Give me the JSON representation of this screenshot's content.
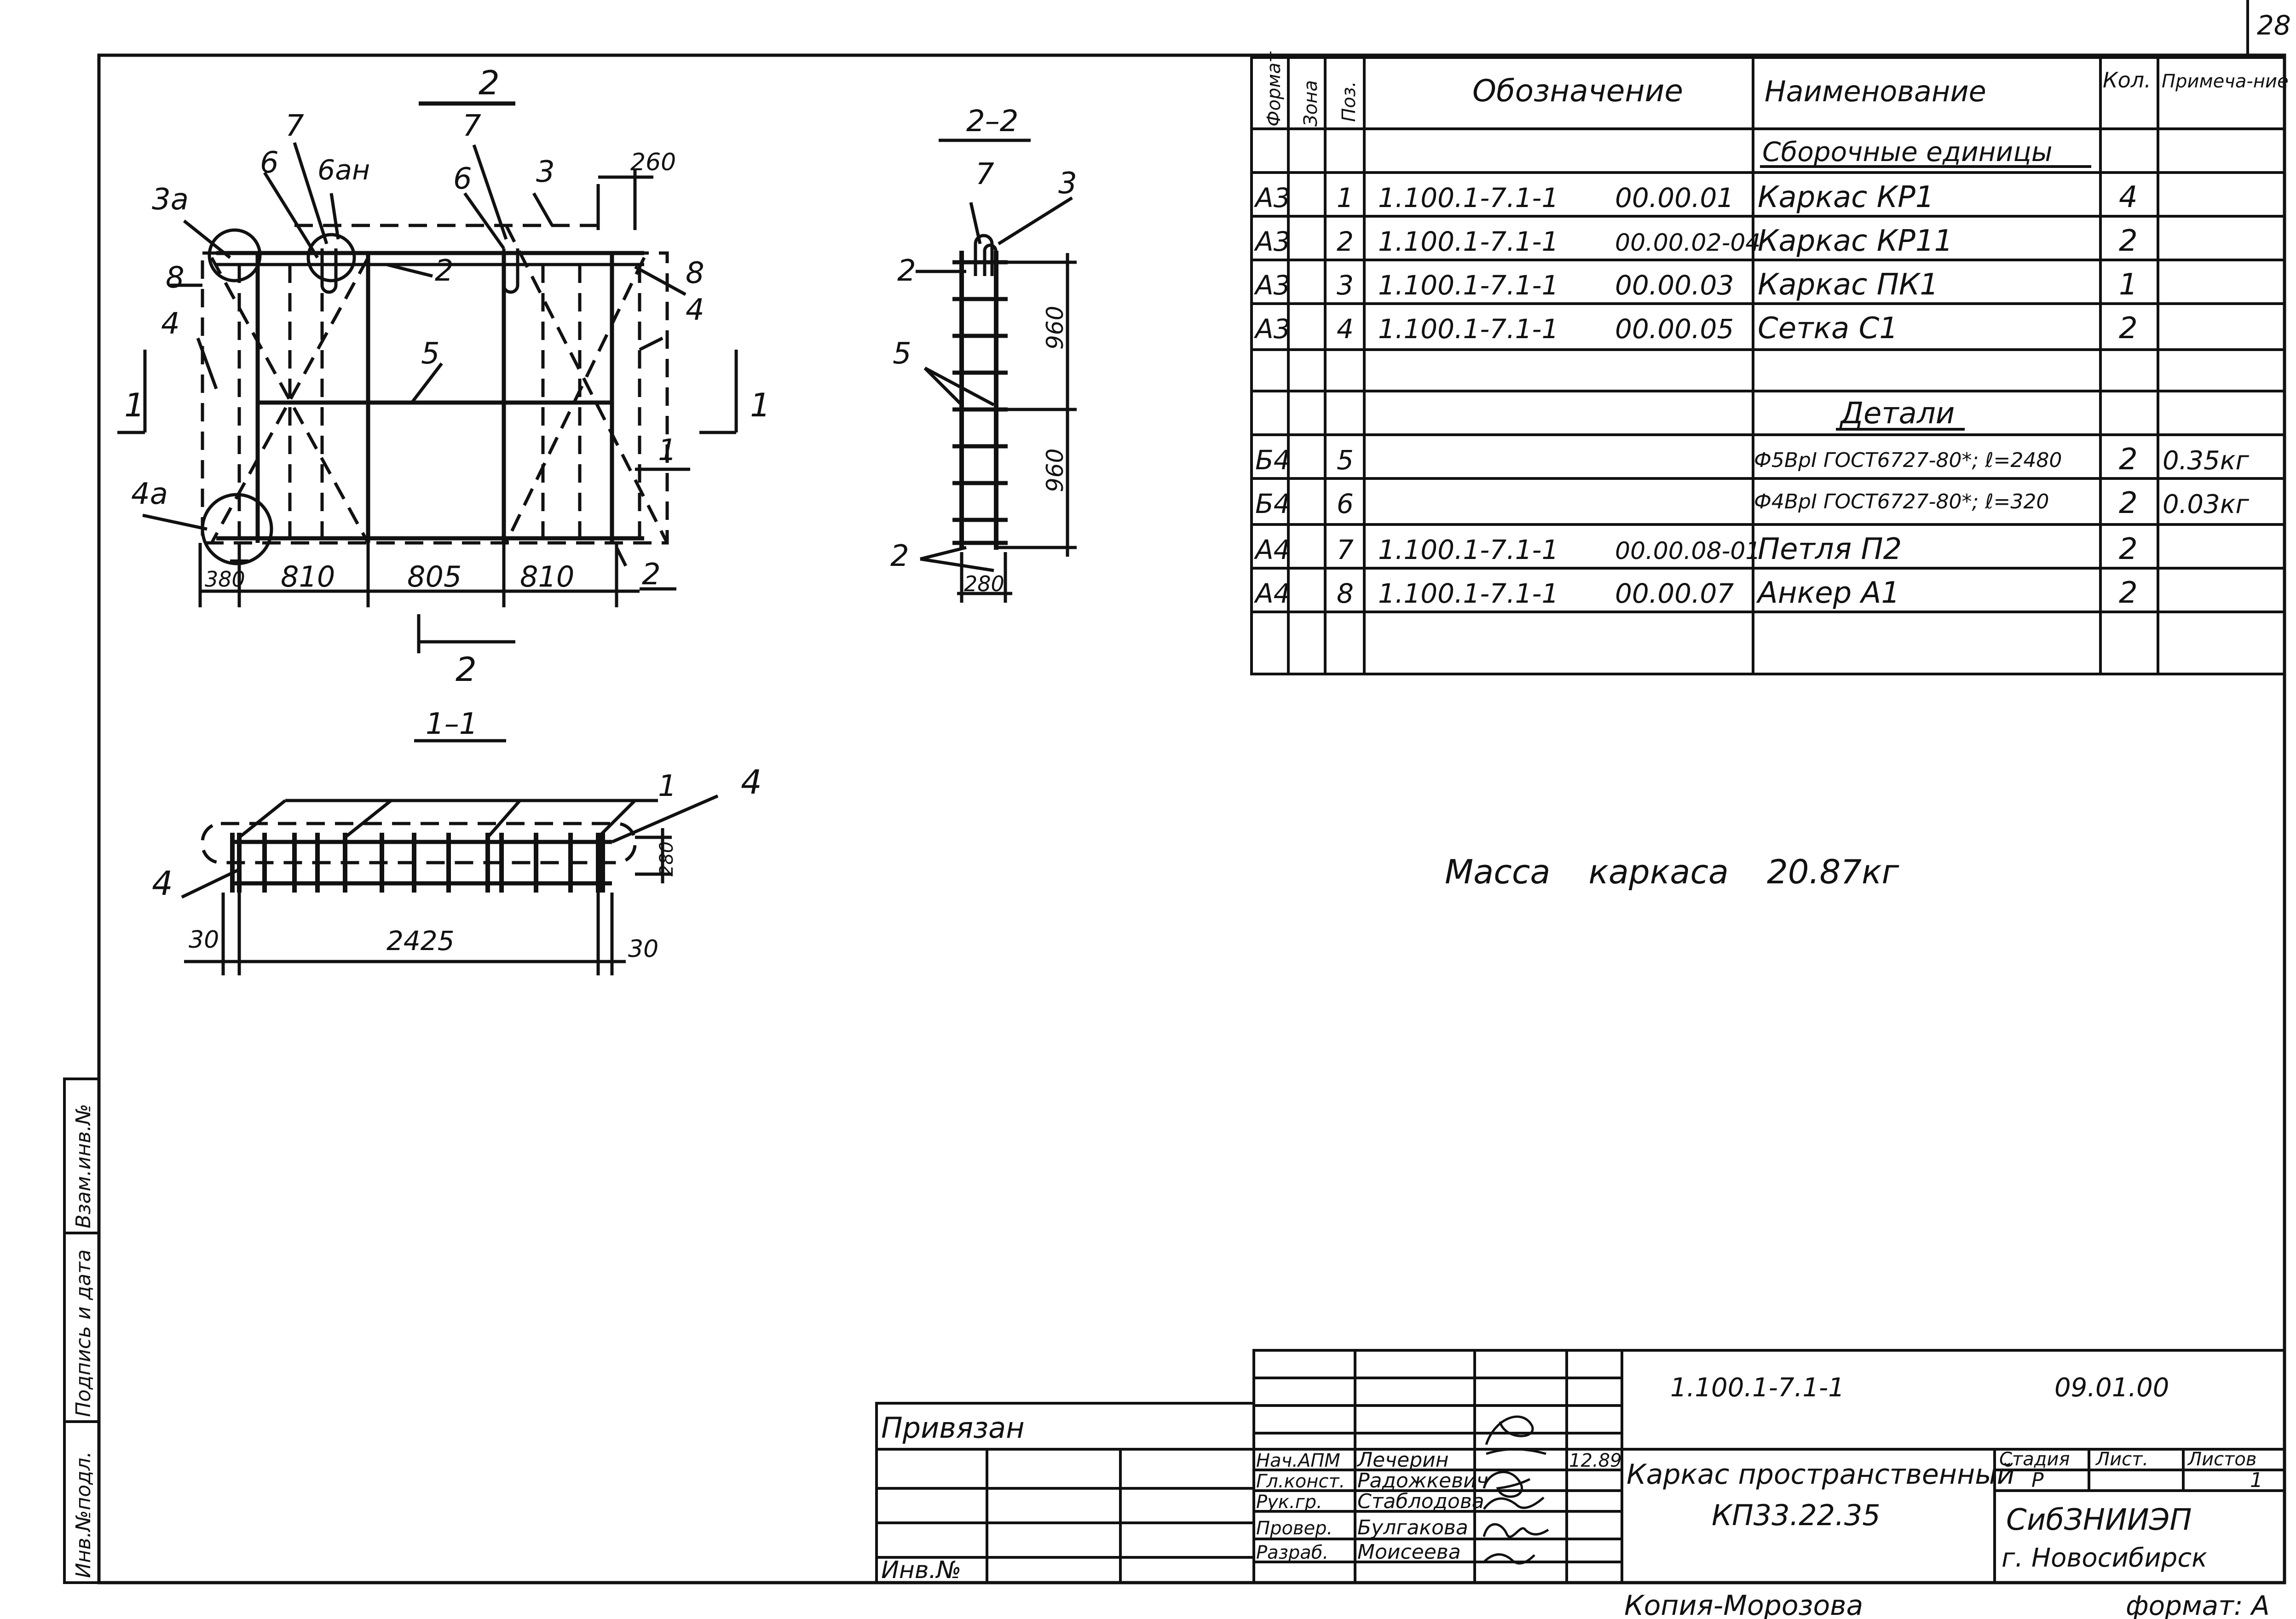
{
  "sheet_number": "28",
  "plan": {
    "section_mark": "2",
    "section_mark_bottom": "2",
    "cut_mark_left": "1",
    "cut_mark_right": "1",
    "callouts": [
      "3а",
      "6",
      "6ан",
      "7",
      "7",
      "6",
      "3",
      "8",
      "2",
      "8",
      "4",
      "4",
      "5",
      "1",
      "4а",
      "2"
    ],
    "dim_top": "260",
    "dims_bottom": [
      "380",
      "810",
      "805",
      "810"
    ]
  },
  "section_2_2": {
    "title": "2–2",
    "callouts": [
      "7",
      "3",
      "2",
      "5",
      "2"
    ],
    "dims": [
      "960",
      "960",
      "280"
    ]
  },
  "section_1_1": {
    "title": "1–1",
    "callouts": [
      "1",
      "4",
      "4"
    ],
    "dims": [
      "30",
      "2425",
      "30",
      "280"
    ]
  },
  "spec": {
    "headers": [
      "Формат",
      "Зона",
      "Поз.",
      "Обозначение",
      "Наименование",
      "Кол.",
      "Примеча-ние"
    ],
    "group_assemblies": "Сборочные единицы",
    "group_details": "Детали",
    "rows": [
      {
        "fmt": "А3",
        "zone": "",
        "pos": "1",
        "code": "1.100.1-7.1-1",
        "num": "00.00.01",
        "name": "Каркас КР1",
        "qty": "4",
        "note": ""
      },
      {
        "fmt": "А3",
        "zone": "",
        "pos": "2",
        "code": "1.100.1-7.1-1",
        "num": "00.00.02-04",
        "name": "Каркас КР11",
        "qty": "2",
        "note": ""
      },
      {
        "fmt": "А3",
        "zone": "",
        "pos": "3",
        "code": "1.100.1-7.1-1",
        "num": "00.00.03",
        "name": "Каркас ПК1",
        "qty": "1",
        "note": ""
      },
      {
        "fmt": "А3",
        "zone": "",
        "pos": "4",
        "code": "1.100.1-7.1-1",
        "num": "00.00.05",
        "name": "Сетка С1",
        "qty": "2",
        "note": ""
      },
      {
        "fmt": "Б4",
        "zone": "",
        "pos": "5",
        "code": "",
        "num": "",
        "name": "Ф5ВрI ГОСТ6727-80*; ℓ=2480",
        "qty": "2",
        "note": "0.35кг"
      },
      {
        "fmt": "Б4",
        "zone": "",
        "pos": "6",
        "code": "",
        "num": "",
        "name": "Ф4ВрI ГОСТ6727-80*; ℓ=320",
        "qty": "2",
        "note": "0.03кг"
      },
      {
        "fmt": "А4",
        "zone": "",
        "pos": "7",
        "code": "1.100.1-7.1-1",
        "num": "00.00.08-01",
        "name": "Петля П2",
        "qty": "2",
        "note": ""
      },
      {
        "fmt": "А4",
        "zone": "",
        "pos": "8",
        "code": "1.100.1-7.1-1",
        "num": "00.00.07",
        "name": "Анкер А1",
        "qty": "2",
        "note": ""
      }
    ]
  },
  "mass_note": "Масса каркаса 20.87кг",
  "left_strip": [
    "Инв.№подл.",
    "Подпись и дата",
    "Взам.инв.№"
  ],
  "title_block": {
    "privyazan": "Привязан",
    "inv_no": "Инв.№",
    "doc_code": "1.100.1-7.1-1",
    "doc_num": "09.01.00",
    "roles": [
      {
        "role": "Нач.АПМ",
        "name": "Лечерин",
        "date": "12.89"
      },
      {
        "role": "Гл.конст.",
        "name": "Радожкевич",
        "date": ""
      },
      {
        "role": "Рук.гр.",
        "name": "Стаблодова",
        "date": ""
      },
      {
        "role": "Провер.",
        "name": "Булгакова",
        "date": ""
      },
      {
        "role": "Разраб.",
        "name": "Моисеева",
        "date": ""
      }
    ],
    "title_line1": "Каркас пространственный",
    "title_line2": "КП33.22.35",
    "stage_label": "Стадия",
    "sheet_label": "Лист.",
    "sheets_label": "Листов",
    "stage": "Р",
    "sheet": "",
    "sheets": "1",
    "org_line1": "СибЗНИИЭП",
    "org_line2": "г. Новосибирск"
  },
  "footer_copy": "Копия-Морозова",
  "footer_format": "формат: А"
}
